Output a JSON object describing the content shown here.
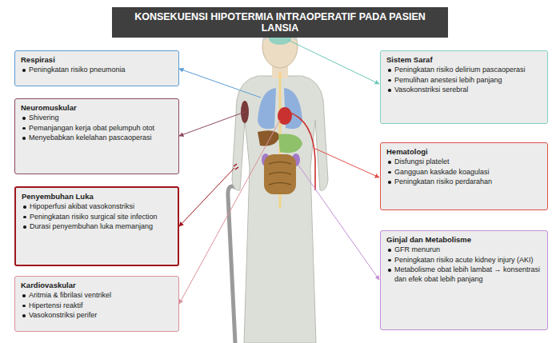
{
  "diagram": {
    "title": "KONSEKUENSI HIPOTERMIA INTRAOPERATIF PADA PASIEN LANSIA",
    "nodes": [
      {
        "text": [
          "Respirasi",
          "Peningkatan risiko pneumonia"
        ]
      },
      {
        "text": [
          "Sistem Saraf",
          "Peningkatan risiko delirium pascaoperasi",
          "Pemulihan anestesi lebih panjang",
          "Vasokonstriksi serebral"
        ]
      },
      {
        "text": [
          "Neuromuskular",
          "Shivering",
          "Pemanjangan kerja obat pelumpuh otot",
          "Menyebabkan kelelahan pascaoperasi"
        ]
      },
      {
        "text": [
          "Hematologi",
          "Disfungsi platelet",
          "Gangguan kaskade koagulasi",
          "Peningkatan risiko perdarahan"
        ]
      },
      {
        "text": [
          "Penyembuhan Luka",
          "Hipoperfusi akibat vasokonstriksi",
          "Peningkatan risiko surgical site infection",
          "Durasi penyembuhan luka memanjang"
        ]
      },
      {
        "text": [
          "Ginjal dan Metabolisme",
          "GFR menurun",
          "Peningkatan risiko acute kidney injury (AKI)",
          "Metabolisme obat lebih lambat → konsentrasi dan efek obat lebih panjang"
        ]
      },
      {
        "text": [
          "Kardiovaskular",
          "Aritmia & fibrilasi ventrikel",
          "Hipertensi reaktif",
          "Vasokonstriksi perifer"
        ]
      }
    ]
  }
}
